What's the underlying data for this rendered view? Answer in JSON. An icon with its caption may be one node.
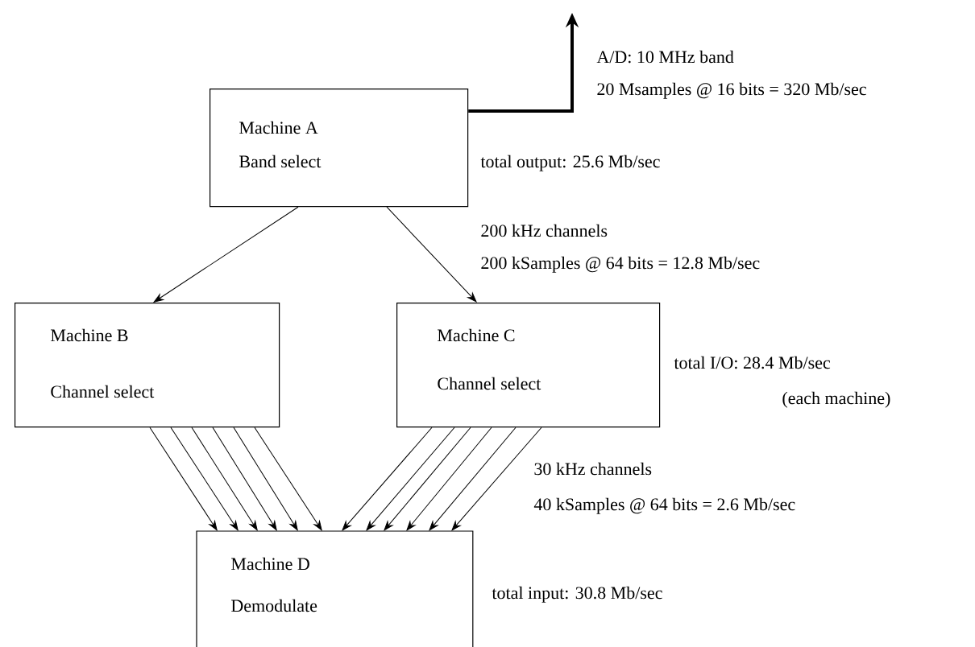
{
  "diagram": {
    "nodes": [
      {
        "text": [
          "Machine A",
          "Band select"
        ]
      },
      {
        "text": [
          "Machine B",
          "Channel select"
        ]
      },
      {
        "text": [
          "Machine C",
          "Channel select"
        ]
      },
      {
        "text": [
          "Machine D",
          "Demodulate"
        ]
      }
    ],
    "edges": [
      {
        "from": 0,
        "to": null,
        "arrow": "to",
        "style": "thick"
      },
      {
        "from": 0,
        "to": 1,
        "arrow": "to"
      },
      {
        "from": 0,
        "to": 2,
        "arrow": "to"
      },
      {
        "from": 1,
        "to": 3,
        "arrow": "to"
      },
      {
        "from": 1,
        "to": 3,
        "arrow": "to"
      },
      {
        "from": 1,
        "to": 3,
        "arrow": "to"
      },
      {
        "from": 1,
        "to": 3,
        "arrow": "to"
      },
      {
        "from": 1,
        "to": 3,
        "arrow": "to"
      },
      {
        "from": 1,
        "to": 3,
        "arrow": "to"
      },
      {
        "from": 2,
        "to": 3,
        "arrow": "to"
      },
      {
        "from": 2,
        "to": 3,
        "arrow": "to"
      },
      {
        "from": 2,
        "to": 3,
        "arrow": "to"
      },
      {
        "from": 2,
        "to": 3,
        "arrow": "to"
      },
      {
        "from": 2,
        "to": 3,
        "arrow": "to"
      },
      {
        "from": 2,
        "to": 3,
        "arrow": "to"
      }
    ],
    "labels": [
      "A/D: 10 MHz band",
      "20 Msamples @ 16 bits = 320 Mb/sec",
      "total output: 25.6 Mb/sec",
      "200 kHz channels",
      "200 kSamples @ 64 bits = 12.8 Mb/sec",
      "total I/O: 28.4 Mb/sec",
      "(each machine)",
      "30 kHz channels",
      "40 kSamples @ 64 bits = 2.6 Mb/sec",
      "total input: 30.8 Mb/sec"
    ]
  }
}
